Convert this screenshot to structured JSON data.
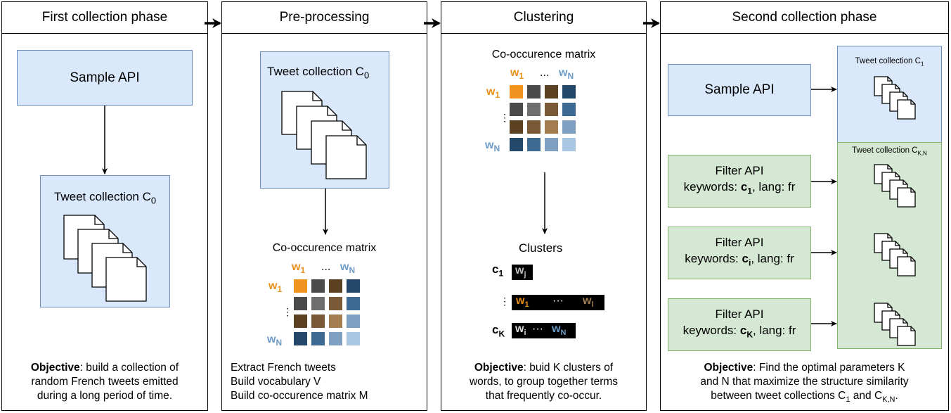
{
  "panels": [
    {
      "title": "First collection phase"
    },
    {
      "title": "Pre-processing"
    },
    {
      "title": "Clustering"
    },
    {
      "title": "Second collection phase"
    }
  ],
  "p1": {
    "sample_api": "Sample API",
    "tweet_collection": "Tweet collection C",
    "sub0": "0",
    "obj_bold": "Objective",
    "obj_l1": ": build a collection of",
    "obj_l2": "random French tweets emitted",
    "obj_l3": "during a long period of time."
  },
  "p2": {
    "tweet_collection": "Tweet collection C",
    "sub0": "0",
    "cooc_title": "Co-occurence matrix",
    "w": "w",
    "s1": "1",
    "sN": "N",
    "dots": "...",
    "vdots": "⋮",
    "l1": "Extract French tweets",
    "l2": "Build vocabulary V",
    "l3": "Build co-occurence matrix M"
  },
  "p3": {
    "cooc_title": "Co-occurence matrix",
    "clusters": "Clusters",
    "c": "c",
    "s1": "1",
    "sK": "K",
    "sj": "j",
    "si": "i",
    "sl": "l",
    "sN": "N",
    "w": "w",
    "dots": "...",
    "cdots": "···",
    "vdots": "⋮",
    "obj_bold": "Objective",
    "obj_l1": ": buid K clusters of",
    "obj_l2": "words, to group together terms",
    "obj_l3": "that frequently co-occur."
  },
  "p4": {
    "sample_api": "Sample API",
    "tc1": "Tweet collection C",
    "tc1_sub": "1",
    "tckn": "Tweet collection C",
    "tckn_sub": "K,N",
    "filter_api": "Filter API",
    "kw_prefix": "keywords: ",
    "kw_c": "c",
    "kw_suffix": ", lang: fr",
    "sub1": "1",
    "subi": "i",
    "subK": "K",
    "obj_bold": "Objective",
    "obj_l1": ": Find the optimal parameters K",
    "obj_l2": "and N that maximize the structure similarity",
    "obj_l3a": "between tweet collections C",
    "obj_l3s1": "1",
    "obj_l3b": " and C",
    "obj_l3s2": "K,N",
    "obj_l3c": "."
  },
  "colors": {
    "blue_fill": "#dae8fc",
    "blue_stroke": "#6c8ebf",
    "green_fill": "#d5e8d4",
    "green_stroke": "#82b366",
    "word_orange": "#e8901a",
    "word_blue": "#6c9bc7"
  },
  "matrix_colors": [
    [
      "#f0941f",
      "#4a4a4a",
      "#5c4022",
      "#24486a"
    ],
    [
      "#4a4a4a",
      "#6e6e6e",
      "#7a5a36",
      "#3c6a92"
    ],
    [
      "#5c4022",
      "#7a5a36",
      "#a37c50",
      "#7fa0c0"
    ],
    [
      "#24486a",
      "#3c6a92",
      "#7fa0c0",
      "#a9c7e3"
    ]
  ]
}
